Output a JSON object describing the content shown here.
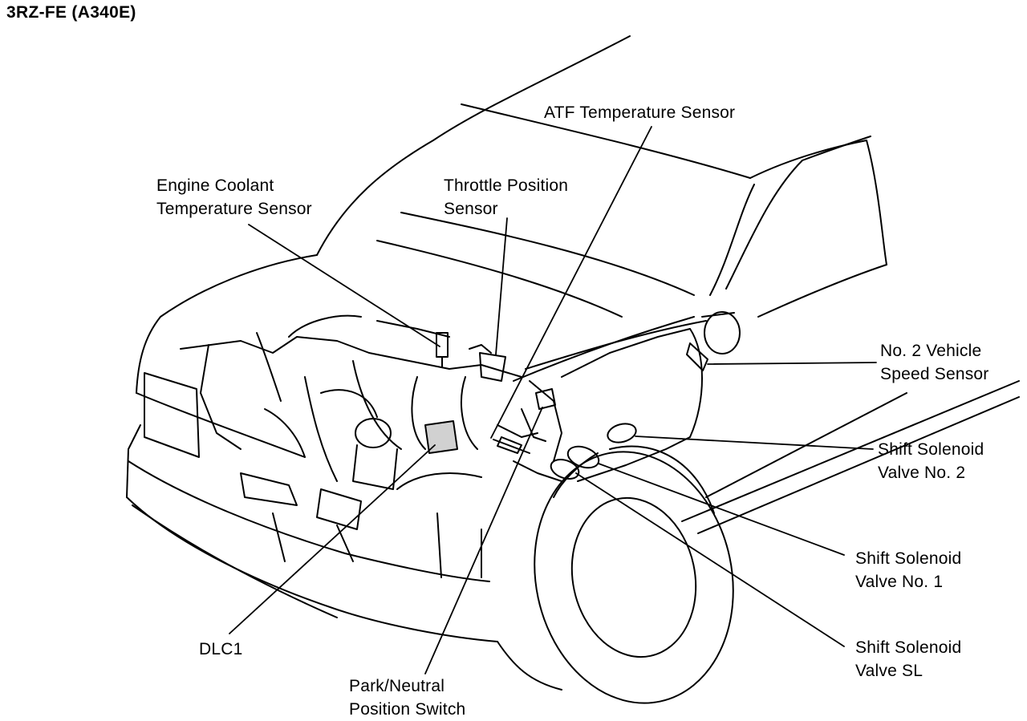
{
  "title": "3RZ-FE (A340E)",
  "labels": {
    "atf_temp_sensor": "ATF Temperature Sensor",
    "engine_coolant_line1": "Engine Coolant",
    "engine_coolant_line2": "Temperature Sensor",
    "throttle_line1": "Throttle Position",
    "throttle_line2": "Sensor",
    "vehicle_speed_line1": "No. 2 Vehicle",
    "vehicle_speed_line2": "Speed Sensor",
    "ssv2_line1": "Shift Solenoid",
    "ssv2_line2": "Valve No. 2",
    "ssv1_line1": "Shift Solenoid",
    "ssv1_line2": "Valve No. 1",
    "ssvsl_line1": "Shift Solenoid",
    "ssvsl_line2": "Valve SL",
    "dlc1": "DLC1",
    "park_neutral_line1": "Park/Neutral",
    "park_neutral_line2": "Position Switch"
  },
  "colors": {
    "ink": "#000000",
    "paper": "#ffffff"
  }
}
